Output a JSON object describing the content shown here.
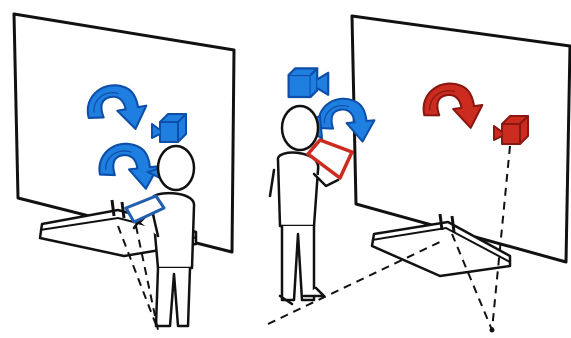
{
  "figure": {
    "colors": {
      "ink": "#111111",
      "blue": "#1f7fe0",
      "blue_dark": "#0d4fa8",
      "red": "#cc2b1f",
      "red_dark": "#8a1810",
      "white": "#ffffff"
    },
    "panels": [
      {
        "id": "left",
        "display": "large-screen-on-stand",
        "accent": "blue",
        "icons": [
          "rotate-arrow-icon",
          "camera-icon",
          "rotate-arrow-icon",
          "eye-view-cone-icon"
        ],
        "tablet_color": "blue"
      },
      {
        "id": "right",
        "display": "large-screen-on-stand",
        "accent": "red",
        "icons": [
          "rotate-arrow-icon",
          "camera-icon"
        ],
        "floating_icons": [
          "camera-icon",
          "rotate-arrow-icon",
          "eye-view-cone-icon"
        ],
        "tablet_color": "red"
      }
    ]
  }
}
